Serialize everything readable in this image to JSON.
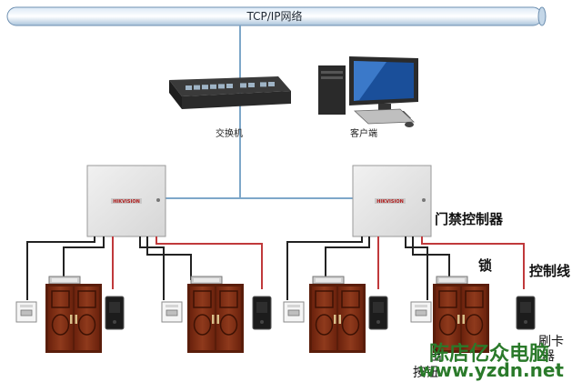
{
  "network_label": "TCP/IP网络",
  "switch_label": "交换机",
  "client_label": "客户端",
  "controller_label": "门禁控制器",
  "lock_label": "锁",
  "control_line_label": "控制线",
  "brand_text": "HIKVISION",
  "watermark": {
    "name": "陈店亿众电脑",
    "url": "www.yzdn.net"
  },
  "partial_labels": {
    "exit_button_top": "出",
    "exit_button_bottom": "按钮",
    "reader_a": "刷卡",
    "reader_b": "器"
  },
  "colors": {
    "network_wire": "#7ea7c9",
    "signal_wire": "#222222",
    "control_wire": "#c0393b",
    "controller_body": "#e3e3e3",
    "door": "#7a2a12",
    "watermark": "#2a7a2a"
  }
}
